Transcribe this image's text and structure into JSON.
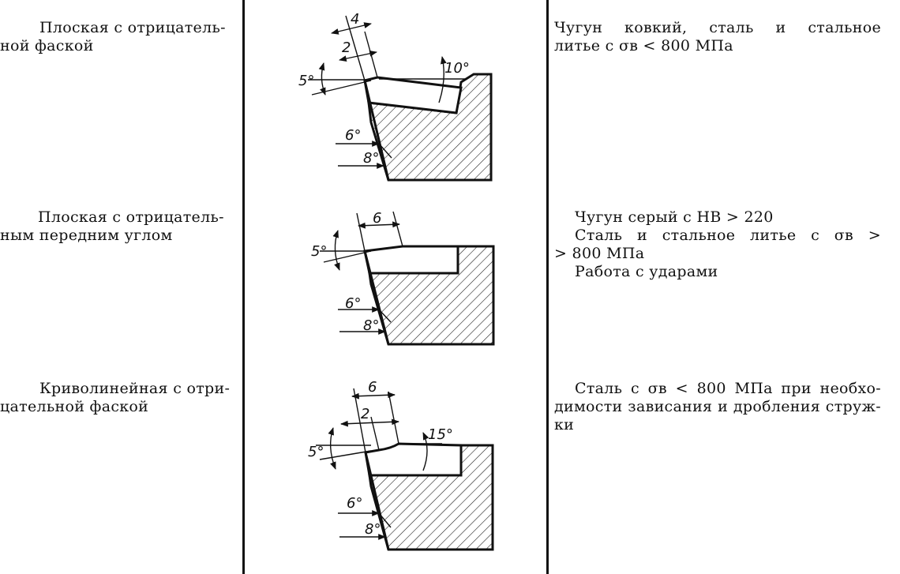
{
  "rows": [
    {
      "shape_line1": "Плоская с отрицатель-",
      "shape_line2": "ной фаской",
      "use_line1": "Чугун ковкий, сталь и стальное",
      "use_line2": "литье с σв < 800 МПа",
      "dims": {
        "a": "4",
        "b": "2",
        "gamma": "5°",
        "rake": "10°",
        "alpha1": "6°",
        "alpha2": "8°"
      }
    },
    {
      "shape_line1": "Плоская с отрицатель-",
      "shape_line2": "ным передним углом",
      "use_line1": "Чугун серый с НВ > 220",
      "use_line2": "Сталь и стальное литье с σв >",
      "use_line3": "> 800 МПа",
      "use_line4": "Работа с ударами",
      "dims": {
        "a": "6",
        "gamma": "5°",
        "alpha1": "6°",
        "alpha2": "8°"
      }
    },
    {
      "shape_line1": "Криволинейная с отри-",
      "shape_line2": "цательной фаской",
      "use_line1": "Сталь с σв < 800 МПа при необхо-",
      "use_line2": "димости зависания и дробления струж-",
      "use_line3": "ки",
      "dims": {
        "a": "6",
        "b": "2",
        "gamma": "5°",
        "rake": "15°",
        "alpha1": "6°",
        "alpha2": "8°"
      }
    }
  ]
}
